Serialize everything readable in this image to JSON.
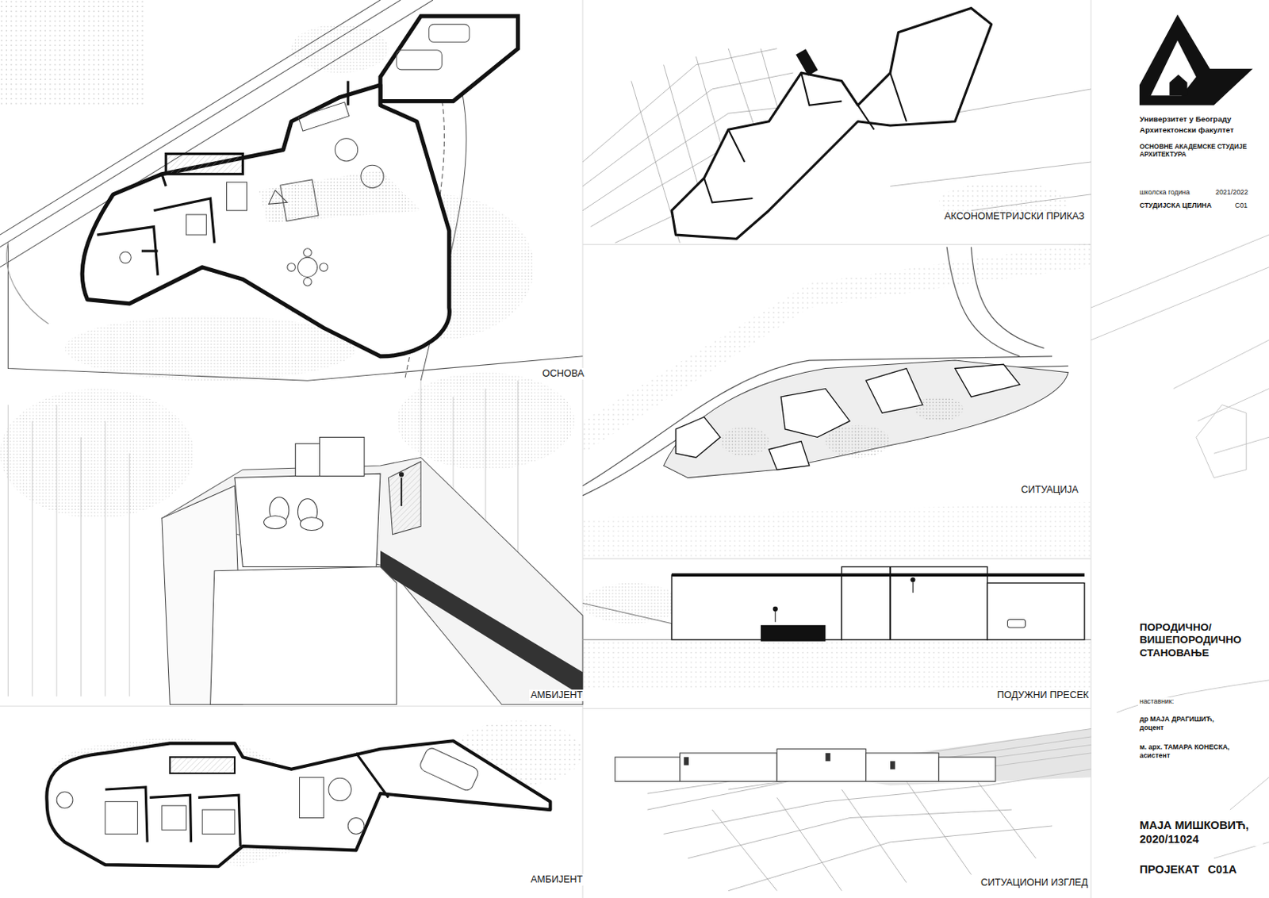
{
  "diagram": {
    "title": "ПОРОДИЧНО/ ВИШЕПОРОДИЧНО СТАНОВАЊЕ",
    "labels": [
      "ОСНОВА",
      "АКСОНОМЕТРИЈСКИ ПРИКАЗ",
      "СИТУАЦИЈА",
      "АМБИЈЕНТ",
      "ПОДУЖНИ ПРЕСЕК",
      "АМБИЈЕНТ",
      "СИТУАЦИОНИ ИЗГЛЕД",
      "Универзитет у Београду",
      "Архитектонски факултет",
      "ОСНОВНЕ АКАДЕМСКЕ СТУДИЈЕ АРХИТЕКТУРА",
      "школска година",
      "2021/2022",
      "СТУДИЈСКА ЦЕЛИНА",
      "C01",
      "наставник:",
      "др МАЈА ДРАГИШИЋ, доцент",
      "м. арх. ТАМАРА КОНЕСКА, асистент",
      "МАЈА МИШКОВИЋ, 2020/11024",
      "ПРОЈЕКАТ",
      "C01A"
    ]
  }
}
